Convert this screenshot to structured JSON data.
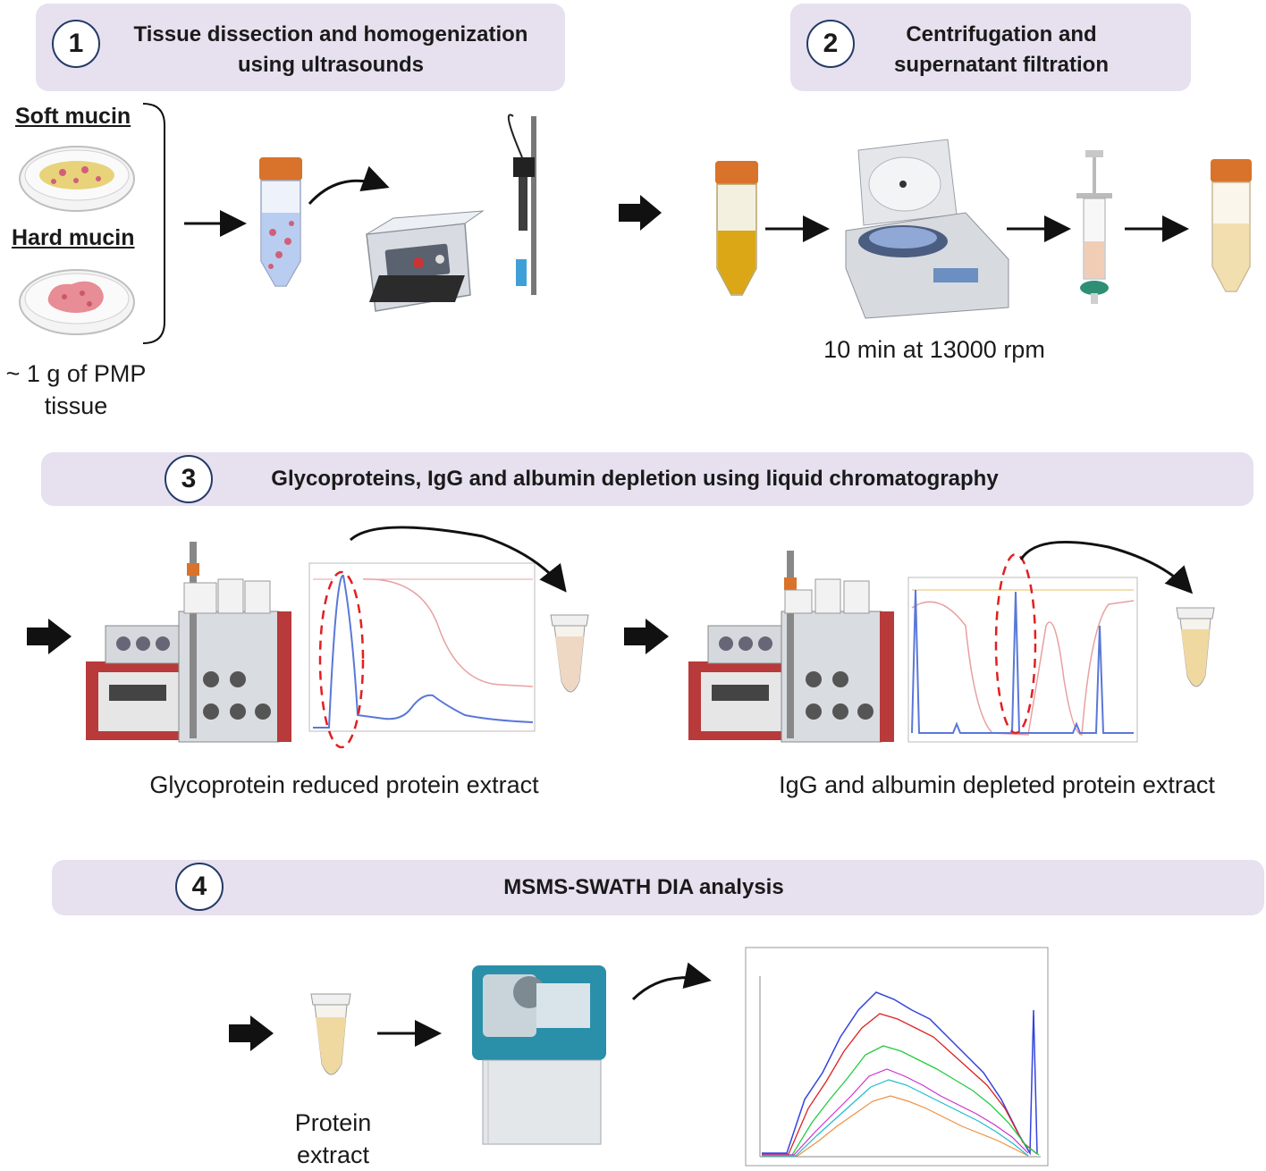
{
  "step1": {
    "number": "1",
    "title_line1": "Tissue dissection and homogenization",
    "title_line2": "using ultrasounds"
  },
  "step2": {
    "number": "2",
    "title_line1": "Centrifugation and",
    "title_line2": "supernatant filtration"
  },
  "step3": {
    "number": "3",
    "title": "Glycoproteins, IgG and albumin depletion using liquid chromatography"
  },
  "step4": {
    "number": "4",
    "title": "MSMS-SWATH DIA analysis"
  },
  "samples": {
    "soft_label": "Soft mucin",
    "hard_label": "Hard mucin",
    "amount_line1": "~ 1 g of PMP",
    "amount_line2": "tissue"
  },
  "centrifuge_label": "10 min at 13000 rpm",
  "extract1_label": "Glycoprotein reduced protein extract",
  "extract2_label": "IgG and albumin depleted protein extract",
  "protein_extract_line1": "Protein",
  "protein_extract_line2": "extract",
  "colors": {
    "banner": "#e6e0ef",
    "circle_border": "#243a66",
    "tube_cap": "#d9722b",
    "chromatogram_blue": "#5a78d8",
    "chromatogram_red": "#e8a0a0",
    "dashed_ellipse": "#e02020",
    "hplc_red": "#b83a3a",
    "ms_teal": "#2a8fa8"
  }
}
